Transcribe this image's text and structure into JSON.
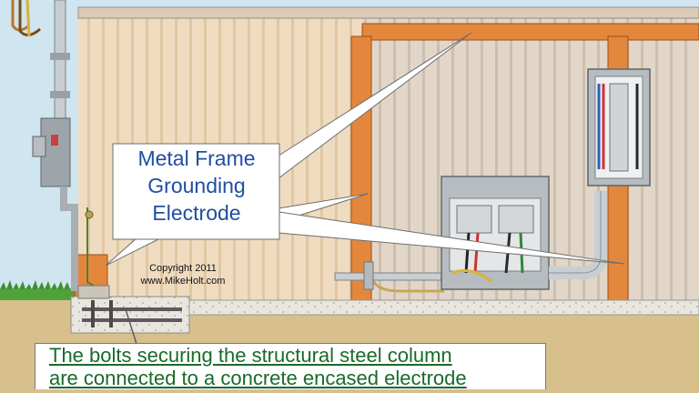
{
  "callout": {
    "line1": "Metal Frame",
    "line2": "Grounding",
    "line3": "Electrode"
  },
  "copyright": {
    "line1": "Copyright 2011",
    "line2": "www.MikeHolt.com"
  },
  "caption": {
    "line1": "The bolts securing the structural steel column",
    "line2": "are connected to a concrete encased electrode"
  },
  "colors": {
    "sky": "#cfe5ef",
    "wall": "#f1dfc4",
    "steel_frame": "#e3873d",
    "soil": "#d8c08d",
    "callout_text": "#1f4fa0",
    "caption_text": "#1a6a2a"
  }
}
